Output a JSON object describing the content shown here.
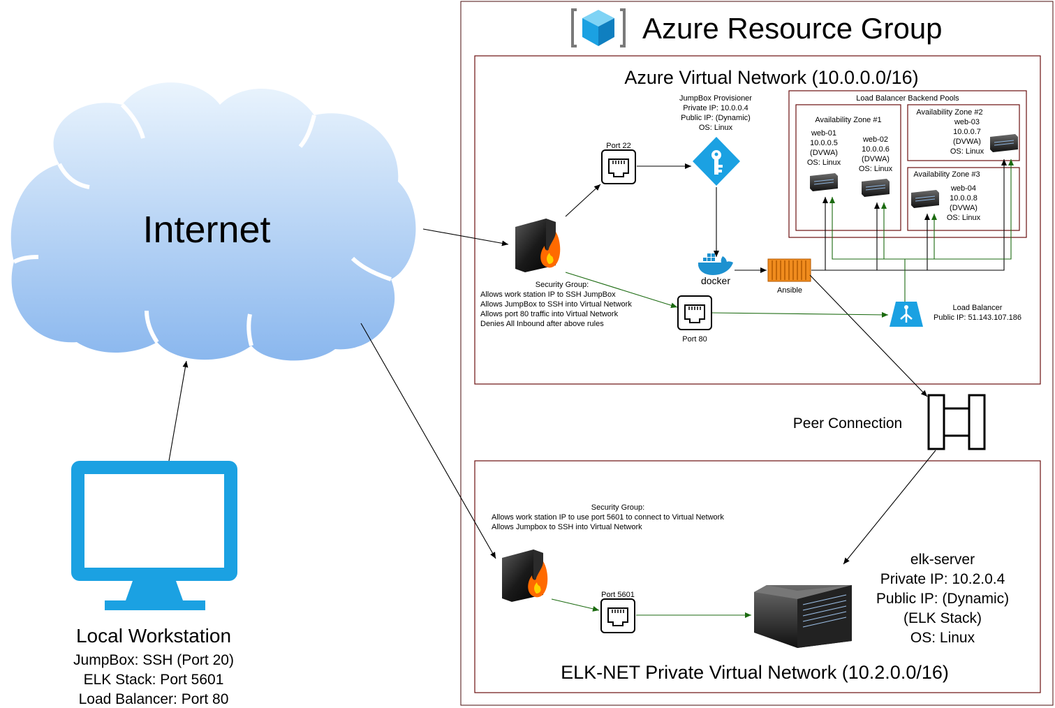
{
  "resource_group": {
    "title": "Azure Resource Group",
    "icon": "azure-resource-group-icon"
  },
  "internet": {
    "label": "Internet",
    "icon": "cloud-icon"
  },
  "workstation": {
    "title": "Local Workstation",
    "lines": [
      "JumpBox: SSH (Port 20)",
      "ELK Stack: Port 5601",
      "Load Balancer: Port 80"
    ],
    "icon": "monitor-icon"
  },
  "vnet": {
    "title": "Azure Virtual Network (10.0.0.0/16)"
  },
  "jumpbox": {
    "lines": [
      "JumpBox Provisioner",
      "Private IP: 10.0.0.4",
      "Public IP: (Dynamic)",
      "OS: Linux"
    ],
    "icon": "key-icon"
  },
  "port22": {
    "label": "Port 22",
    "icon": "ethernet-port-icon"
  },
  "port80": {
    "label": "Port 80",
    "icon": "ethernet-port-icon"
  },
  "port5601": {
    "label": "Port 5601",
    "icon": "ethernet-port-icon"
  },
  "security_group_1": {
    "lines": [
      "Security Group:",
      "Allows work station IP to SSH JumpBox",
      "Allows JumpBox to SSH into Virtual Network",
      "Allows port 80 traffic into Virtual Network",
      "Denies All Inbound after above rules"
    ],
    "icon": "firewall-icon"
  },
  "docker": {
    "label": "docker",
    "icon": "docker-icon"
  },
  "ansible": {
    "label": "Ansible",
    "icon": "ansible-icon"
  },
  "backend_pools": {
    "title": "Load Balancer Backend Pools"
  },
  "zone1": {
    "title": "Availability Zone #1"
  },
  "zone2": {
    "title": "Availability Zone #2"
  },
  "zone3": {
    "title": "Availability Zone #3"
  },
  "web01": {
    "lines": [
      "web-01",
      "10.0.0.5",
      "(DVWA)",
      "OS: Linux"
    ]
  },
  "web02": {
    "lines": [
      "web-02",
      "10.0.0.6",
      "(DVWA)",
      "OS: Linux"
    ]
  },
  "web03": {
    "lines": [
      "web-03",
      "10.0.0.7",
      "(DVWA)",
      "OS: Linux"
    ]
  },
  "web04": {
    "lines": [
      "web-04",
      "10.0.0.8",
      "(DVWA)",
      "OS: Linux"
    ]
  },
  "load_balancer": {
    "lines": [
      "Load Balancer",
      "Public IP: 51.143.107.186"
    ],
    "icon": "load-balancer-icon"
  },
  "peer": {
    "label": "Peer Connection",
    "icon": "peering-icon"
  },
  "elknet": {
    "title": "ELK-NET Private Virtual Network (10.2.0.0/16)"
  },
  "security_group_2": {
    "lines": [
      "Security Group:",
      "Allows work station IP to use port 5601 to connect to Virtual Network",
      "Allows Jumpbox to SSH into Virtual Network"
    ],
    "icon": "firewall-icon"
  },
  "elk_server": {
    "lines": [
      "elk-server",
      "Private IP: 10.2.0.4",
      "Public IP: (Dynamic)",
      "(ELK Stack)",
      "OS: Linux"
    ],
    "icon": "server-icon"
  },
  "colors": {
    "border": "#6b0f0f",
    "azure_blue": "#1ba1e2",
    "green_arrow": "#1b6a10"
  }
}
